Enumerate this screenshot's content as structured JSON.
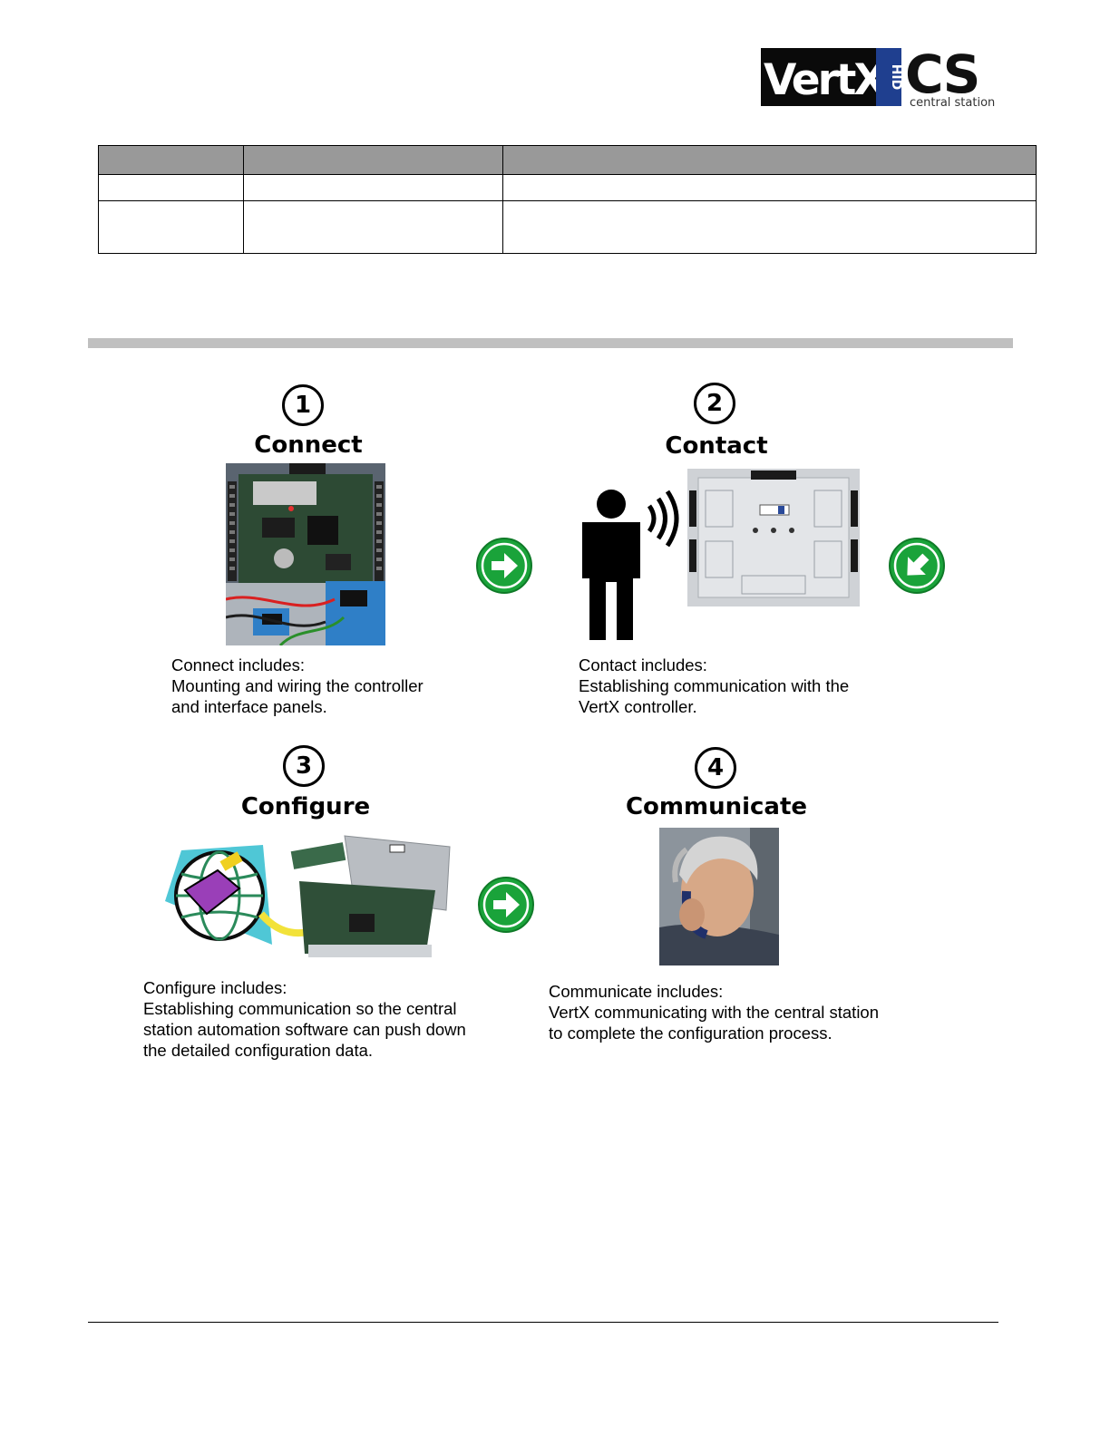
{
  "logo": {
    "brand": "VertX",
    "maker": "HID",
    "product": "CS",
    "tagline": "central station"
  },
  "steps": [
    {
      "number": "1",
      "title": "Connect",
      "desc_lines": [
        "Connect includes:",
        "Mounting and wiring the controller",
        "and interface panels."
      ]
    },
    {
      "number": "2",
      "title": "Contact",
      "desc_lines": [
        "Contact includes:",
        "Establishing communication with the",
        "VertX controller."
      ]
    },
    {
      "number": "3",
      "title": "Configure",
      "desc_lines": [
        "Configure includes:",
        "Establishing communication so the central",
        "station automation software can push down",
        "the detailed configuration data."
      ]
    },
    {
      "number": "4",
      "title": "Communicate",
      "desc_lines": [
        "Communicate includes:",
        "VertX communicating with the central station",
        "to complete the configuration process."
      ]
    }
  ],
  "colors": {
    "arrow_green": "#1aa33a",
    "table_header": "#999999",
    "rule_gray": "#c0c0c0"
  }
}
